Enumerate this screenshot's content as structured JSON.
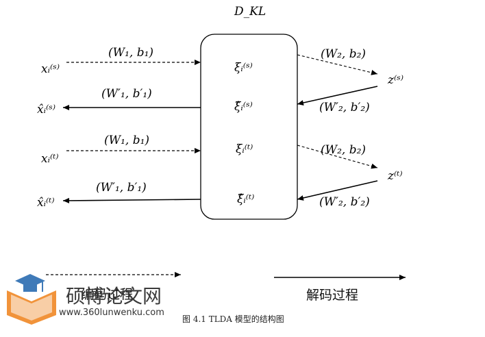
{
  "title": "D_KL",
  "encoder_labels": {
    "top": "(W₁, b₁)",
    "bottom": "(W₁, b₁)",
    "right_top": "(W₂, b₂)",
    "right_bottom": "(W₂, b₂)"
  },
  "decoder_labels": {
    "top": "(W′₁, b′₁)",
    "bottom": "(W′₁, b′₁)",
    "right_top": "(W′₂, b′₂)",
    "right_bottom": "(W′₂, b′₂)"
  },
  "inputs": {
    "source": "xᵢ⁽ˢ⁾",
    "target": "xᵢ⁽ᵗ⁾"
  },
  "reconstructions": {
    "source": "x̂ᵢ⁽ˢ⁾",
    "target": "x̂ᵢ⁽ᵗ⁾"
  },
  "box": {
    "xi_s": "ξᵢ⁽ˢ⁾",
    "xihat_s": "ξ̂ᵢ⁽ˢ⁾",
    "xi_t": "ξᵢ⁽ᵗ⁾",
    "xihat_t": "ξ̂ᵢ⁽ᵗ⁾"
  },
  "outputs": {
    "source": "z⁽ˢ⁾",
    "target": "z⁽ᵗ⁾"
  },
  "legend": {
    "encoding": "编码过程",
    "decoding": "解码过程"
  },
  "caption": "图 4.1 TLDA 模型的结构图",
  "watermark": {
    "name": "硕博论文网",
    "url": "www.360lunwenku.com"
  }
}
